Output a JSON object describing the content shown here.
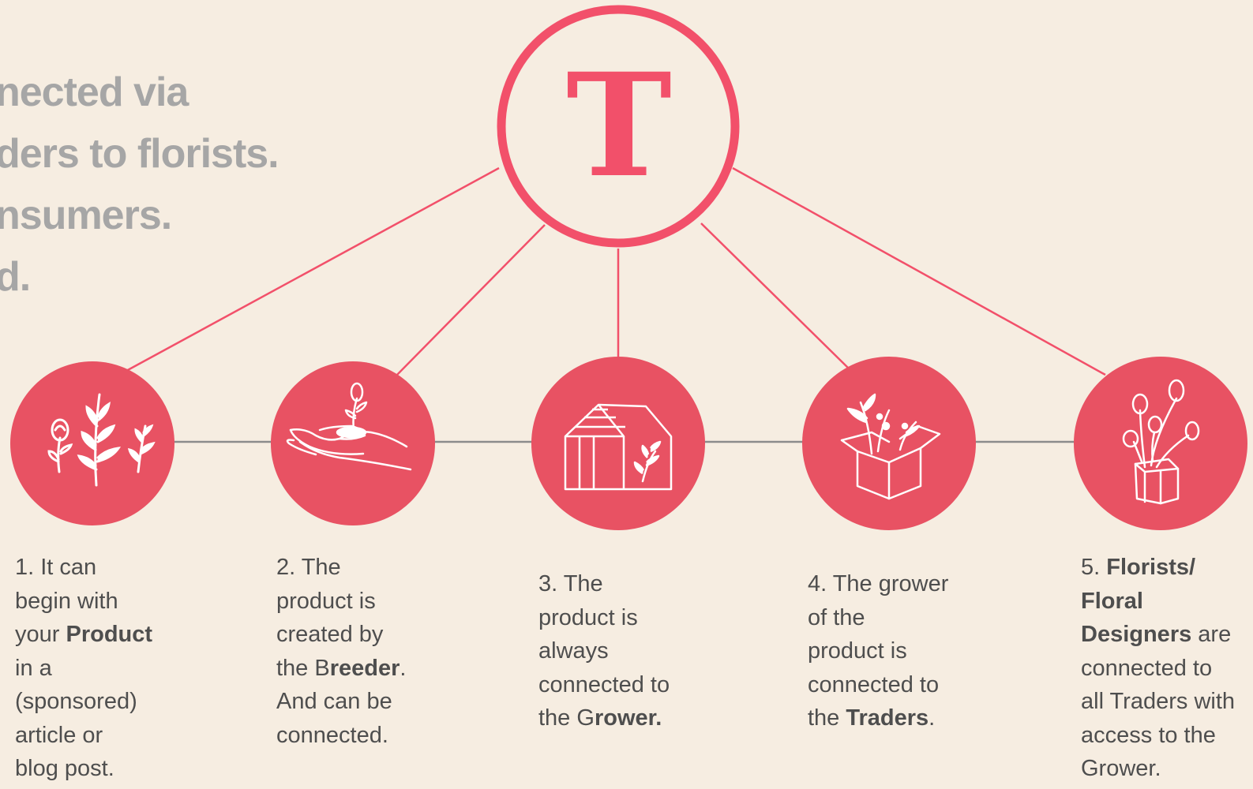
{
  "headline": {
    "lines": [
      "nected via",
      "ders to florists.",
      "nsumers.",
      "d."
    ]
  },
  "logo": {
    "letter": "T"
  },
  "colors": {
    "background": "#f6ede1",
    "accent": "#f2506a",
    "circle_fill": "#e85263",
    "connector_gray": "#8c8c8c",
    "headline_gray": "#a6a6a6",
    "body_text": "#4e4e4e"
  },
  "steps": [
    {
      "icon": "plants-icon",
      "lines": [
        [
          {
            "t": "1. It can"
          }
        ],
        [
          {
            "t": "begin with"
          }
        ],
        [
          {
            "t": "your "
          },
          {
            "t": "Product",
            "b": true
          }
        ],
        [
          {
            "t": "in a"
          }
        ],
        [
          {
            "t": "(sponsored)"
          }
        ],
        [
          {
            "t": "article or"
          }
        ],
        [
          {
            "t": "blog post."
          }
        ]
      ]
    },
    {
      "icon": "hand-seedling-icon",
      "lines": [
        [
          {
            "t": "2. The"
          }
        ],
        [
          {
            "t": "product is"
          }
        ],
        [
          {
            "t": "created by"
          }
        ],
        [
          {
            "t": "the B"
          },
          {
            "t": "reeder",
            "b": true
          },
          {
            "t": "."
          }
        ],
        [
          {
            "t": "And can be"
          }
        ],
        [
          {
            "t": "connected."
          }
        ]
      ]
    },
    {
      "icon": "greenhouse-icon",
      "lines": [
        [
          {
            "t": "3. The"
          }
        ],
        [
          {
            "t": "product is"
          }
        ],
        [
          {
            "t": "always"
          }
        ],
        [
          {
            "t": "connected to"
          }
        ],
        [
          {
            "t": "the G"
          },
          {
            "t": "rower.",
            "b": true
          }
        ]
      ]
    },
    {
      "icon": "flower-box-icon",
      "lines": [
        [
          {
            "t": "4. The grower"
          }
        ],
        [
          {
            "t": "of the"
          }
        ],
        [
          {
            "t": "product is"
          }
        ],
        [
          {
            "t": "connected to"
          }
        ],
        [
          {
            "t": "the "
          },
          {
            "t": "Traders",
            "b": true
          },
          {
            "t": "."
          }
        ]
      ]
    },
    {
      "icon": "vase-tulips-icon",
      "lines": [
        [
          {
            "t": "5. "
          },
          {
            "t": "Florists/",
            "b": true
          }
        ],
        [
          {
            "t": "Floral",
            "b": true
          }
        ],
        [
          {
            "t": "Designers",
            "b": true
          },
          {
            "t": " are"
          }
        ],
        [
          {
            "t": "connected to"
          }
        ],
        [
          {
            "t": "all Traders with"
          }
        ],
        [
          {
            "t": "access to the"
          }
        ],
        [
          {
            "t": "Grower."
          }
        ]
      ]
    }
  ]
}
